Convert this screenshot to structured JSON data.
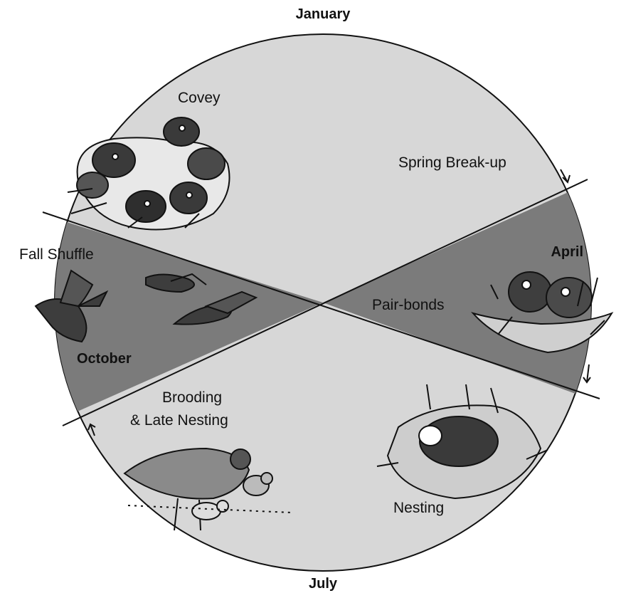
{
  "months": {
    "top": "January",
    "right": "April",
    "bottom": "July",
    "left": "October"
  },
  "phases": {
    "covey": "Covey",
    "spring_breakup": "Spring Break-up",
    "pair_bonds": "Pair-bonds",
    "nesting": "Nesting",
    "brooding_line1": "Brooding",
    "brooding_line2": "& Late Nesting",
    "fall_shuffle": "Fall Shuffle"
  },
  "colors": {
    "light_sector": "#d7d7d7",
    "dark_sector": "#7b7b7b",
    "outline": "#111111"
  },
  "illustrations": [
    "covey-of-quail",
    "flying-quail",
    "quail-pair-on-nest",
    "quail-on-nest",
    "quail-with-chicks"
  ]
}
